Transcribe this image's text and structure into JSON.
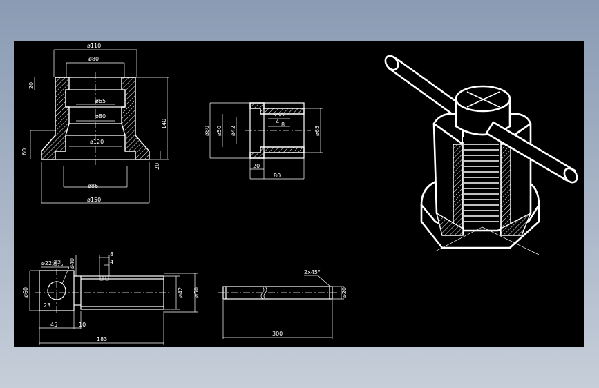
{
  "canvas": {
    "background": "#000000",
    "line_color": "#ffffff",
    "frame_gradient": [
      "#8a9bb3",
      "#c6ced9"
    ]
  },
  "base_view": {
    "d_top": "ø110",
    "d_bore_top": "ø80",
    "d_bore": "ø65",
    "d_mid": "ø80",
    "d_inner_low": "ø120",
    "d_base_inner": "ø86",
    "d_base": "ø150",
    "h_flange": "20",
    "h_total": "140",
    "h_lower": "60",
    "h_foot": "20"
  },
  "nut_view": {
    "d_outer": "ø80",
    "d_mid": "ø50",
    "d_inner": "ø42",
    "d_right": "ø65",
    "thread_4": "4",
    "thread_8": "8",
    "flange_w": "20",
    "length": "80"
  },
  "screw_view": {
    "hole_note": "ø22通孔",
    "d_40": "ø40",
    "d_60": "ø60",
    "d_42": "ø42",
    "d_50": "ø50",
    "t_8": "8",
    "t_4": "4",
    "dim_23": "23",
    "dim_45": "45",
    "dim_10": "10",
    "dim_183": "183"
  },
  "bar_view": {
    "chamfer": "2x45°",
    "d_20": "ø20",
    "length": "300"
  }
}
